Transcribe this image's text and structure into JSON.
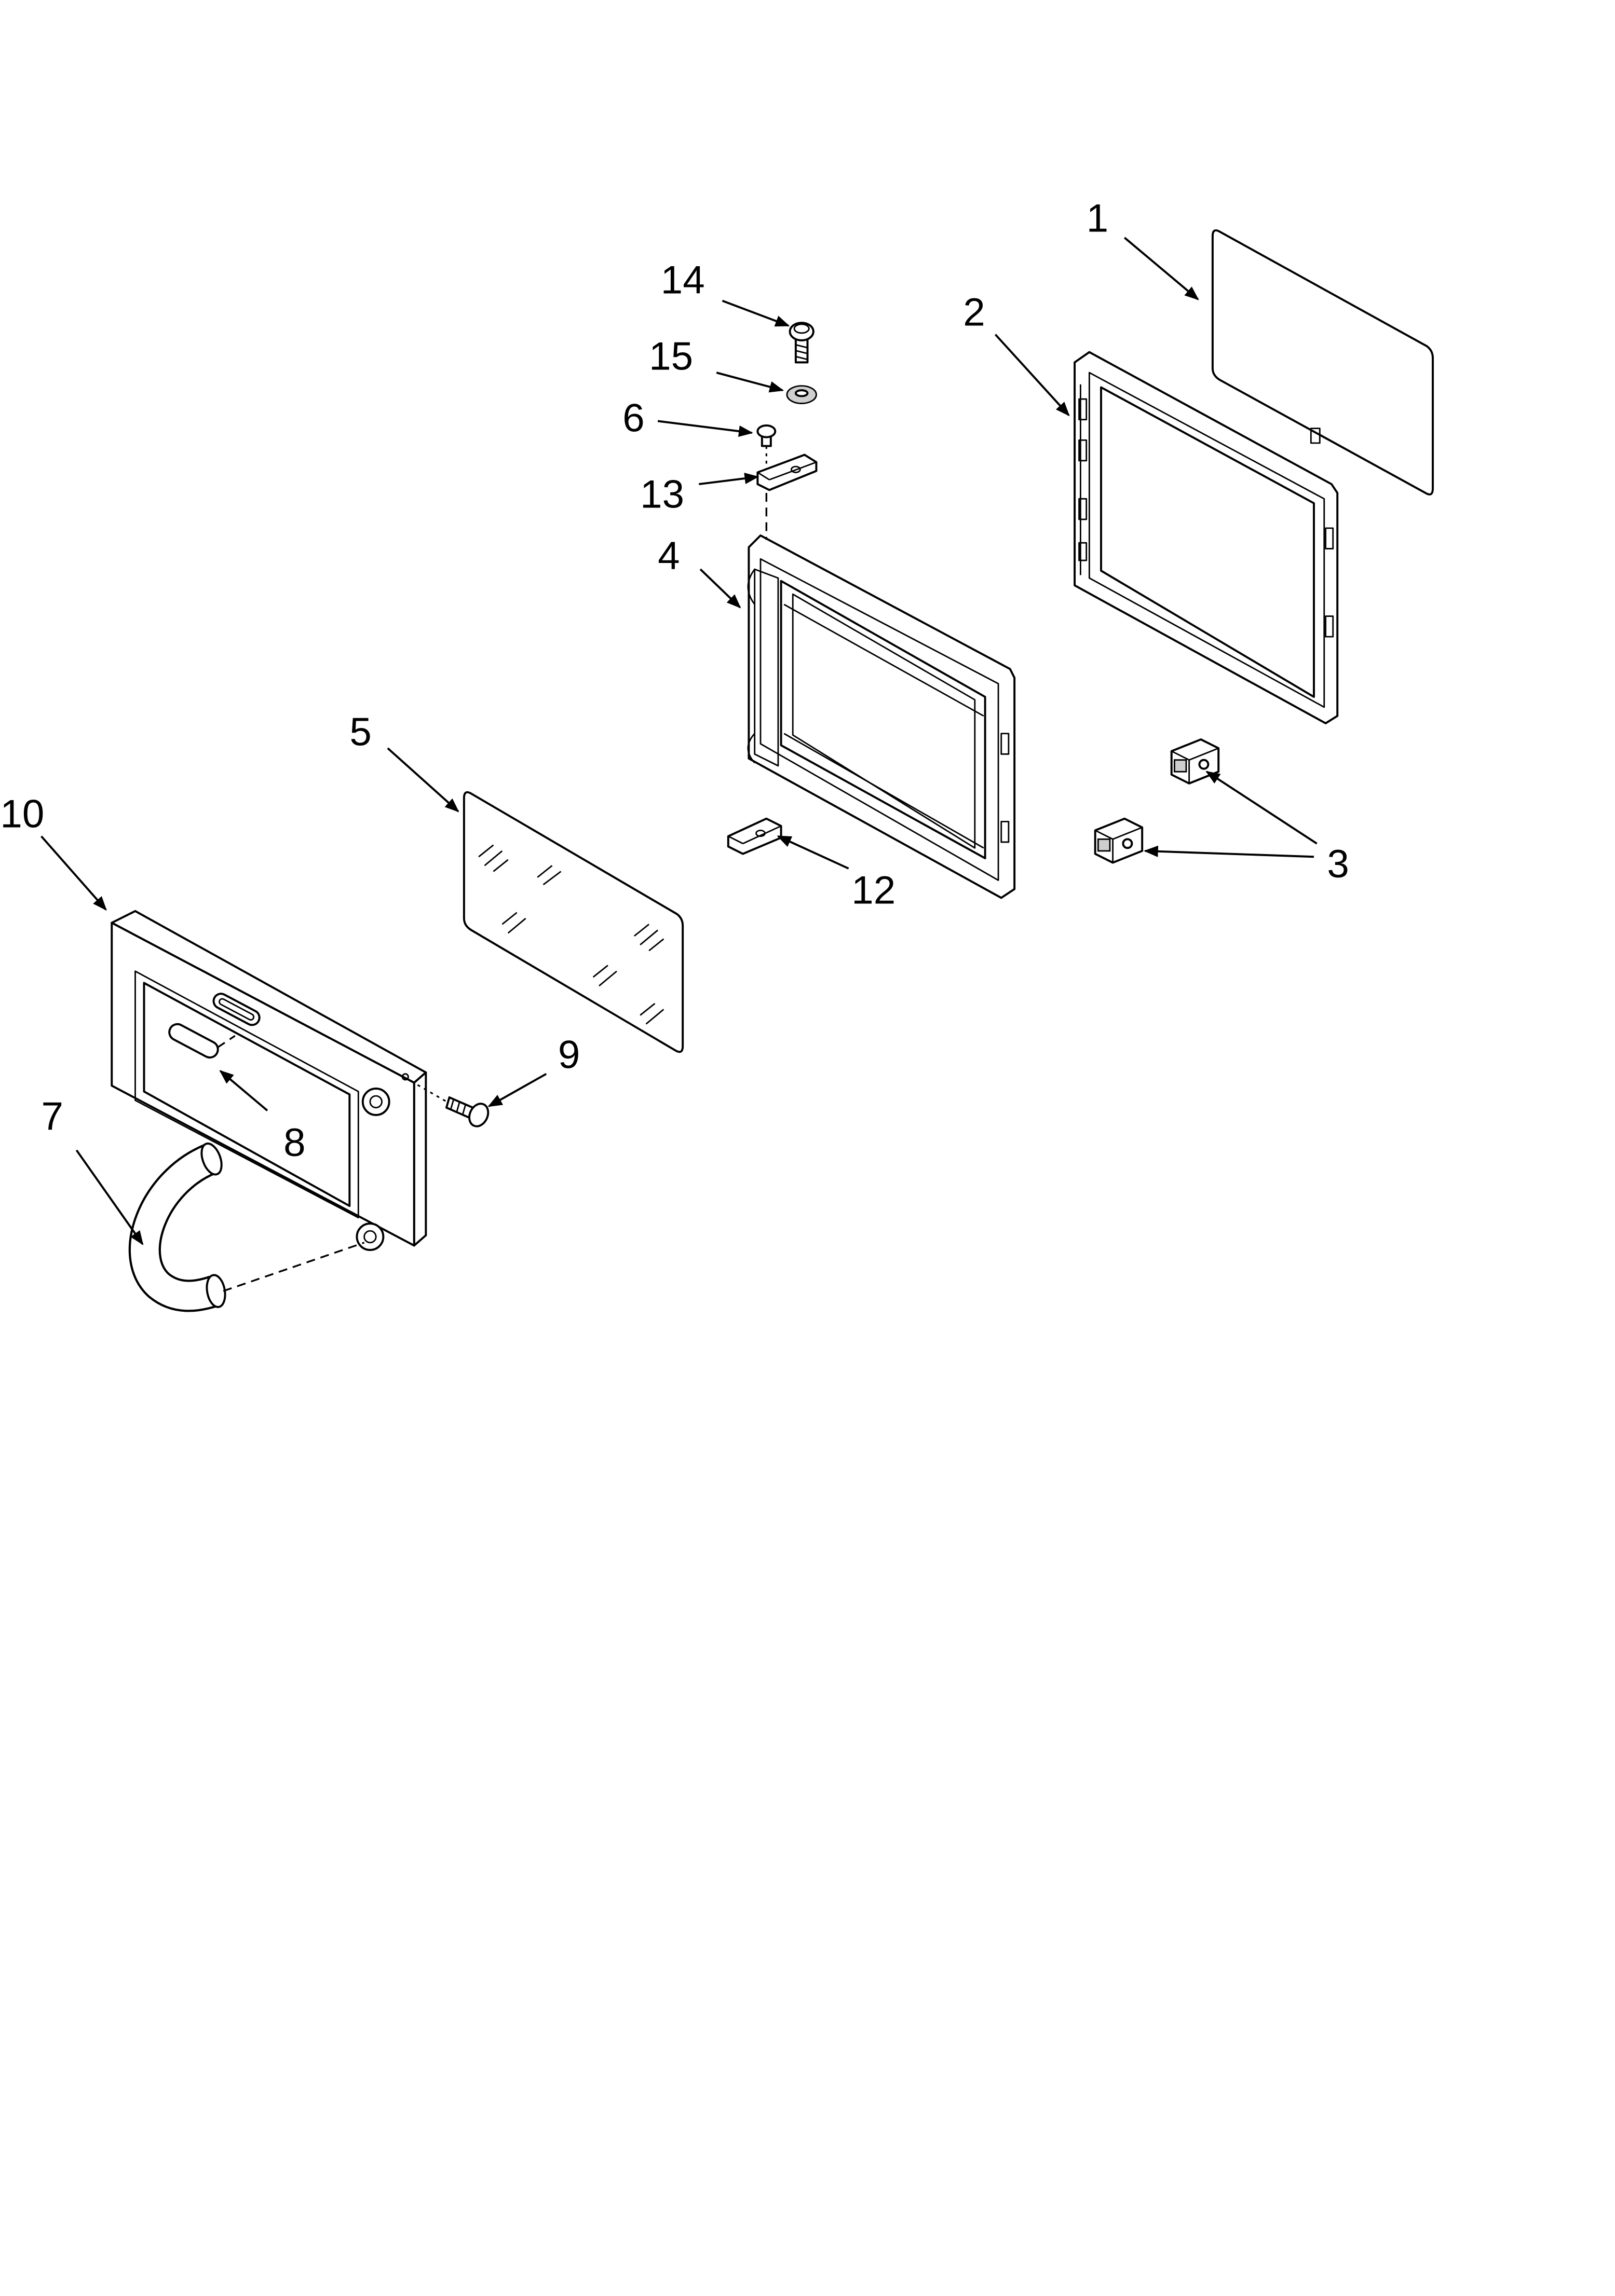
{
  "callouts": {
    "c1": "1",
    "c2": "2",
    "c3": "3",
    "c4": "4",
    "c5": "5",
    "c6": "6",
    "c7": "7",
    "c8": "8",
    "c9": "9",
    "c10": "10",
    "c12": "12",
    "c13": "13",
    "c14": "14",
    "c15": "15"
  },
  "colors": {
    "line": "#000000",
    "background": "#ffffff"
  }
}
